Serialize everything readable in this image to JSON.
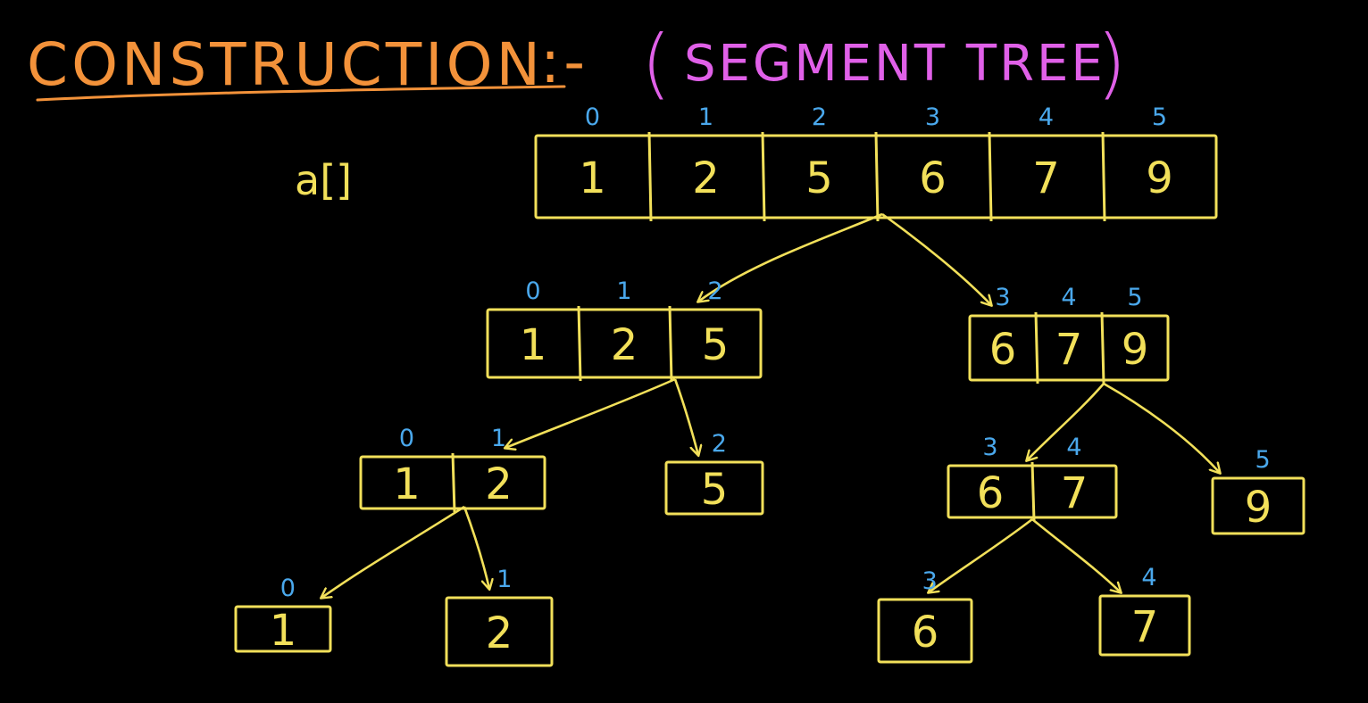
{
  "title": {
    "main": "CONSTRUCTION",
    "separator": ":-",
    "open_paren": "(",
    "subtitle": "SEGMENT TREE",
    "close_paren": ")"
  },
  "array_label": "a[]",
  "colors": {
    "background": "#000000",
    "title": "#f3923a",
    "subtitle": "#e060e8",
    "boxes": "#f2e05a",
    "values": "#f2e05a",
    "indices": "#4aa8ec"
  },
  "root": {
    "indices": [
      "0",
      "1",
      "2",
      "3",
      "4",
      "5"
    ],
    "values": [
      "1",
      "2",
      "5",
      "6",
      "7",
      "9"
    ]
  },
  "level1": {
    "left": {
      "indices": [
        "0",
        "1",
        "2"
      ],
      "values": [
        "1",
        "2",
        "5"
      ]
    },
    "right": {
      "indices": [
        "3",
        "4",
        "5"
      ],
      "values": [
        "6",
        "7",
        "9"
      ]
    }
  },
  "level2": {
    "ll": {
      "indices": [
        "0",
        "1"
      ],
      "values": [
        "1",
        "2"
      ]
    },
    "lr": {
      "indices": [
        "2"
      ],
      "values": [
        "5"
      ]
    },
    "rl": {
      "indices": [
        "3",
        "4"
      ],
      "values": [
        "6",
        "7"
      ]
    },
    "rr": {
      "indices": [
        "5"
      ],
      "values": [
        "9"
      ]
    }
  },
  "level3": {
    "lll": {
      "indices": [
        "0"
      ],
      "values": [
        "1"
      ]
    },
    "llr": {
      "indices": [
        "1"
      ],
      "values": [
        "2"
      ]
    },
    "rll": {
      "indices": [
        "3"
      ],
      "values": [
        "6"
      ]
    },
    "rlr": {
      "indices": [
        "4"
      ],
      "values": [
        "7"
      ]
    }
  }
}
